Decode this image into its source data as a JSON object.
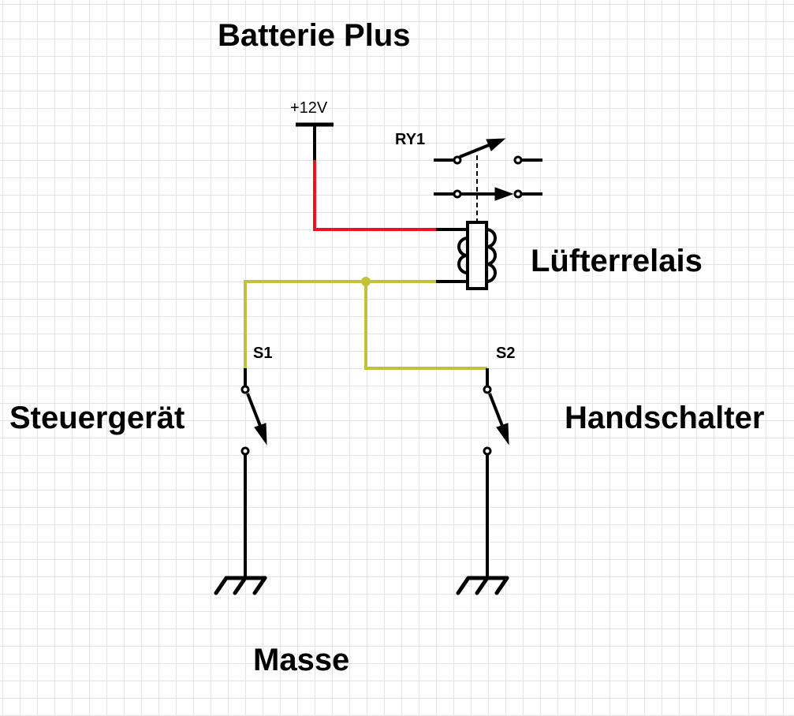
{
  "diagram": {
    "title_top": "Batterie Plus",
    "title_bottom": "Masse",
    "relay": {
      "ref": "RY1",
      "label": "Lüfterrelais"
    },
    "supply": {
      "label": "+12V"
    },
    "switches": [
      {
        "ref": "S1",
        "label": "Steuergerät"
      },
      {
        "ref": "S2",
        "label": "Handschalter"
      }
    ],
    "wire_colors": {
      "positive": "#e8141e",
      "control": "#c2c23a",
      "default": "#000000"
    }
  }
}
